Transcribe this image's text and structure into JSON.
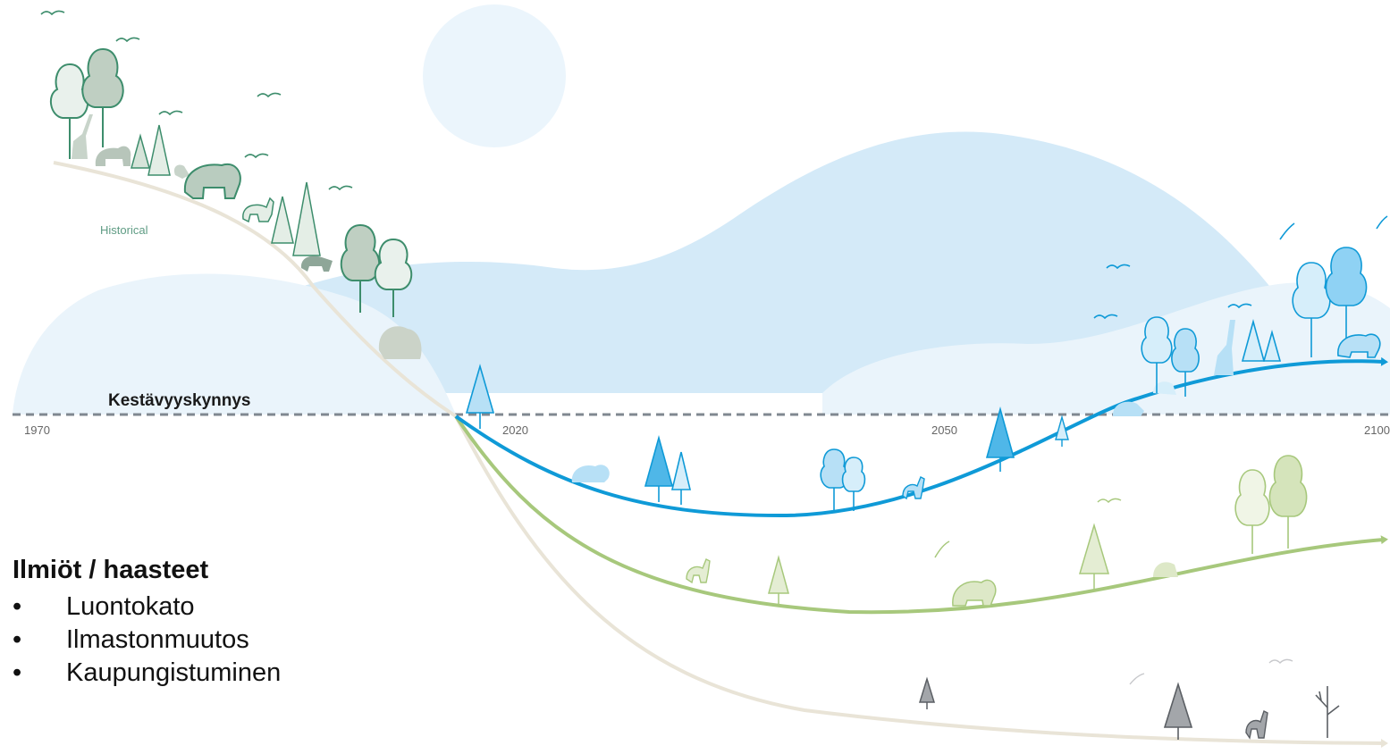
{
  "diagram": {
    "series_label_historical": "Historical",
    "threshold_label": "Kestävyyskynnys",
    "years": [
      "1970",
      "2020",
      "2050",
      "2100"
    ],
    "scenarios": [
      {
        "id": "transformative",
        "color": "#0f9ad7",
        "icon_color": "#6cc3ef",
        "icons": [
          "tree-icon",
          "elephant-icon",
          "deer-icon",
          "giraffe-icon",
          "bird-icon"
        ]
      },
      {
        "id": "partial-action",
        "color": "#a7c87c",
        "icon_color": "#c9dca9",
        "icons": [
          "tree-icon",
          "deer-icon",
          "elephant-icon",
          "bird-icon"
        ]
      },
      {
        "id": "business-as-usual",
        "color": "#e9e4d7",
        "icon_color": "#8a8d91",
        "icons": [
          "tree-icon",
          "deer-icon",
          "dead-tree-icon",
          "bird-icon"
        ]
      }
    ],
    "historical_icons": [
      "tree-icon",
      "giraffe-icon",
      "elephant-icon",
      "rhino-icon",
      "kangaroo-icon",
      "bird-icon"
    ]
  },
  "panel": {
    "title": "Ilmiöt / haasteet",
    "items": [
      "Luontokato",
      "Ilmastonmuutos",
      "Kaupungistuminen"
    ]
  }
}
